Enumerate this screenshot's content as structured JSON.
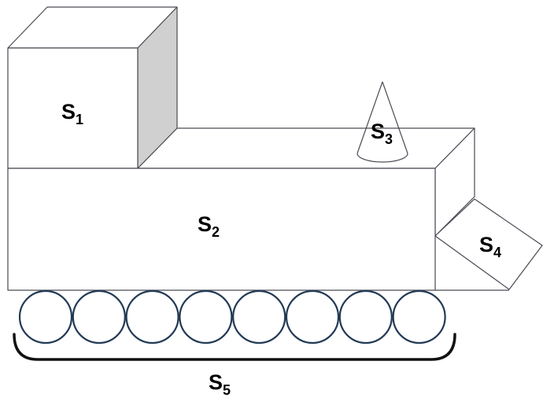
{
  "labels": {
    "s1": {
      "letter": "S",
      "sub": "1"
    },
    "s2": {
      "letter": "S",
      "sub": "2"
    },
    "s3": {
      "letter": "S",
      "sub": "3"
    },
    "s4": {
      "letter": "S",
      "sub": "4"
    },
    "s5": {
      "letter": "S",
      "sub": "5"
    }
  },
  "wheels": {
    "count": 8
  },
  "colors": {
    "stroke": "#4a4a55",
    "cube_side_shade": "#d0d0d0",
    "wheel_stroke": "#223a55",
    "bracket": "#111111"
  }
}
